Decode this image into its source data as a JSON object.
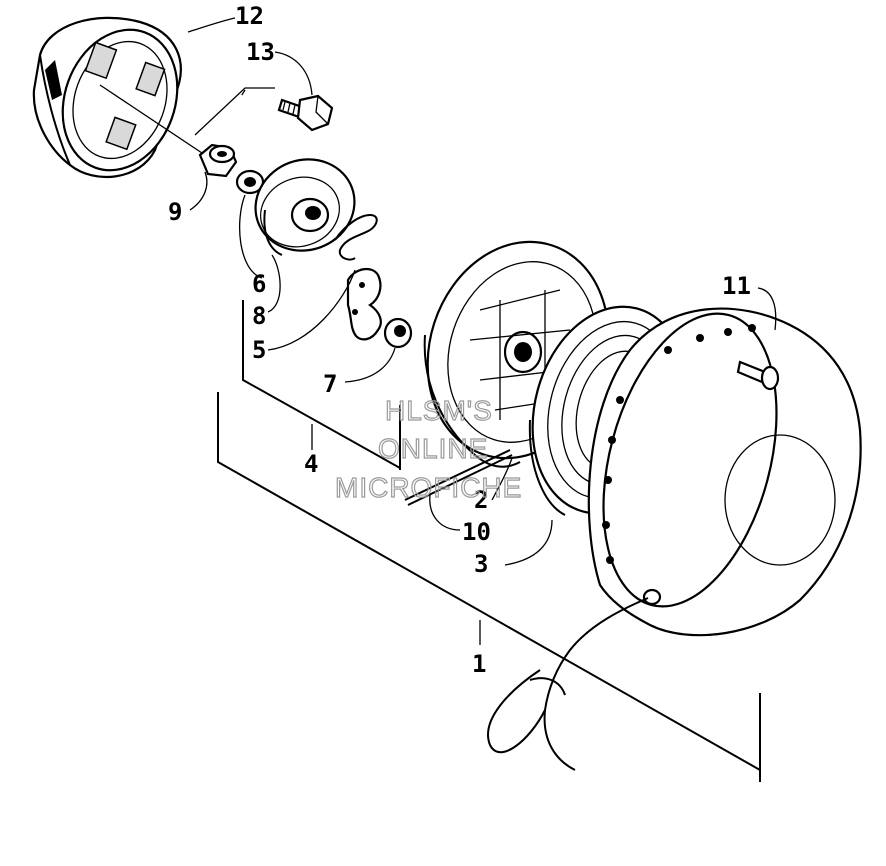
{
  "callouts": [
    "12",
    "13",
    "9",
    "6",
    "8",
    "5",
    "7",
    "4",
    "2",
    "10",
    "3",
    "11",
    "1"
  ],
  "watermark": [
    "HLSM'S",
    "ONLINE",
    "MICROFICHE"
  ]
}
